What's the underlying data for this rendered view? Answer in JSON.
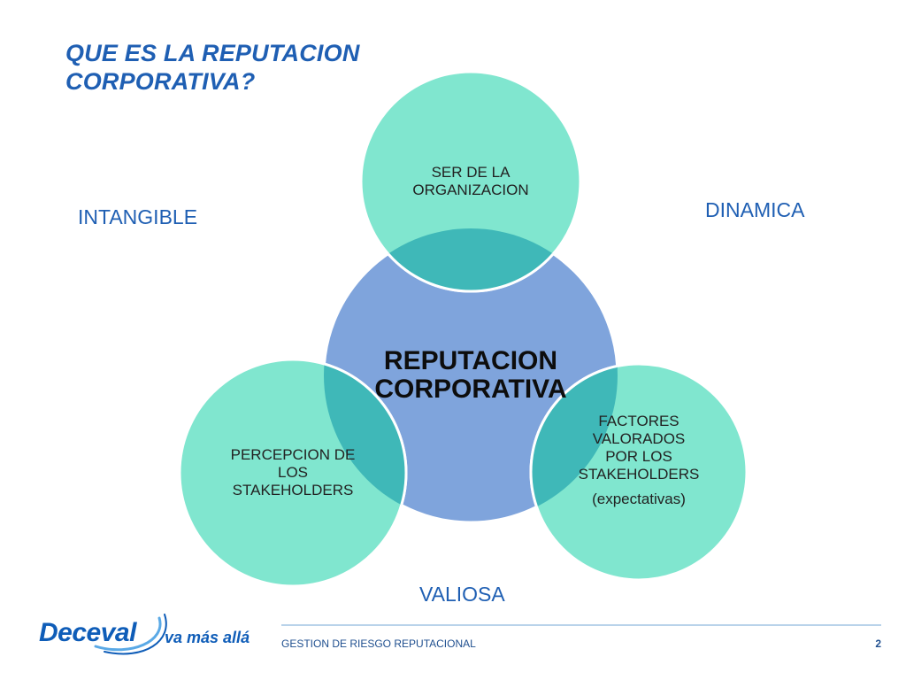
{
  "slide": {
    "title_line1": "QUE ES LA REPUTACION",
    "title_line2": "CORPORATIVA?",
    "words": {
      "intangible": "INTANGIBLE",
      "dinamica": "DINAMICA",
      "valiosa": "VALIOSA"
    }
  },
  "diagram": {
    "center": {
      "line1": "REPUTACION",
      "line2": "CORPORATIVA"
    },
    "top": {
      "line1": "SER DE LA",
      "line2": "ORGANIZACION"
    },
    "right": {
      "line1": "FACTORES",
      "line2": "VALORADOS",
      "line3": "POR LOS",
      "line4": "STAKEHOLDERS",
      "line5": "(expectativas)"
    },
    "left": {
      "line1": "PERCEPCION DE",
      "line2": "LOS",
      "line3": "STAKEHOLDERS"
    },
    "colors": {
      "center_fill": "#7fa4dc",
      "outer_fill": "#80e6cf",
      "overlap_fill": "#3fb8b8",
      "stroke": "#ffffff"
    }
  },
  "footer": {
    "text": "GESTION DE RIESGO REPUTACIONAL",
    "page": "2",
    "brand": "Deceval",
    "tagline": "va más allá"
  }
}
